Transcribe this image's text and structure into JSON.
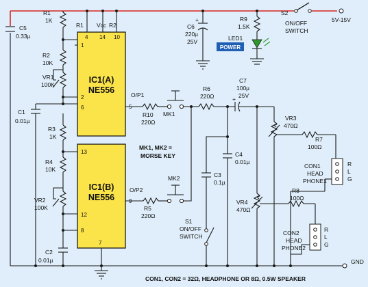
{
  "colors": {
    "rail": "#d8261f",
    "ic_fill": "#fbe34a",
    "background": "#dfeefa",
    "power_label": "#1f5fb4",
    "led": "#2e9a2e"
  },
  "ic": {
    "a_line1": "IC1(A)",
    "a_line2": "NE556",
    "b_line1": "IC1(B)",
    "b_line2": "NE556",
    "a_pins": {
      "p1": "1",
      "p2": "2",
      "p6": "6",
      "p5": "5",
      "p4": "4",
      "p14": "14",
      "p10": "10"
    },
    "b_pins": {
      "p13": "13",
      "p12": "12",
      "p8": "8",
      "p9": "9",
      "p7": "7"
    },
    "top_labels": {
      "r1": "R1",
      "vcc": "Vcc",
      "r2": "R2"
    },
    "out_a": "O/P1",
    "out_b": "O/P2"
  },
  "parts": {
    "c5": [
      "C5",
      "0.33µ"
    ],
    "r1": [
      "R1",
      "1K"
    ],
    "r2": [
      "R2",
      "10K"
    ],
    "vr1": [
      "VR1",
      "100K"
    ],
    "c1": [
      "C1",
      "0.01µ"
    ],
    "r3": [
      "R3",
      "1K"
    ],
    "r4": [
      "R4",
      "10K"
    ],
    "vr2": [
      "VR2",
      "100K"
    ],
    "c2": [
      "C2",
      "0.01µ"
    ],
    "c6": [
      "C6",
      "220µ",
      "25V"
    ],
    "r9": [
      "R9",
      "1.5K"
    ],
    "led1": "LED1",
    "power": "POWER",
    "s2": [
      "S2",
      "ON/OFF",
      "SWITCH"
    ],
    "r10": [
      "R10",
      "220Ω"
    ],
    "mk1": "MK1",
    "r6": [
      "R6",
      "220Ω"
    ],
    "c7": [
      "C7",
      "100µ",
      "25V"
    ],
    "vr3": [
      "VR3",
      "470Ω"
    ],
    "r7": [
      "R7",
      "100Ω"
    ],
    "con1": [
      "CON1",
      "HEAD",
      "PHONE1"
    ],
    "con_pins": [
      "R",
      "L",
      "G"
    ],
    "mk_note": [
      "MK1, MK2 =",
      "MORSE KEY"
    ],
    "c4": [
      "C4",
      "0.01µ"
    ],
    "c3": [
      "C3",
      "0.1µ"
    ],
    "mk2": "MK2",
    "r5": [
      "R5",
      "220Ω"
    ],
    "s1": [
      "S1",
      "ON/OFF",
      "SWITCH"
    ],
    "vr4": [
      "VR4",
      "470Ω"
    ],
    "r8": [
      "R8",
      "100Ω"
    ],
    "con2": [
      "CON2",
      "HEAD",
      "PHONE2"
    ]
  },
  "supply": "5V-15V",
  "ground": "GND",
  "footer": "CON1, CON2 = 32Ω, HEADPHONE OR 8Ω, 0.5W SPEAKER"
}
